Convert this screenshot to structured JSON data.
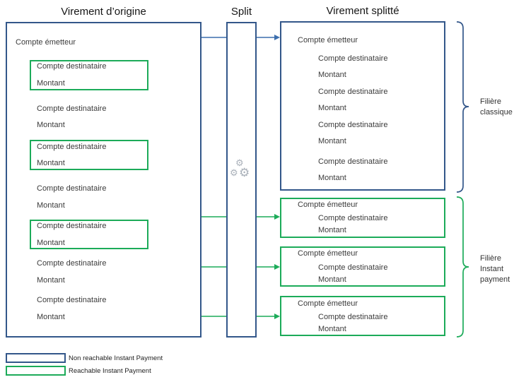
{
  "titles": {
    "left": "Virement d’origine",
    "split": "Split",
    "right": "Virement splitté"
  },
  "left_panel": {
    "emitter": "Compte émetteur",
    "pairs": [
      {
        "recipient": "Compte destinataire",
        "amount": "Montant",
        "reachable": true
      },
      {
        "recipient": "Compte destinataire",
        "amount": "Montant",
        "reachable": false
      },
      {
        "recipient": "Compte destinataire",
        "amount": "Montant",
        "reachable": true
      },
      {
        "recipient": "Compte destinataire",
        "amount": "Montant",
        "reachable": false
      },
      {
        "recipient": "Compte destinataire",
        "amount": "Montant",
        "reachable": true
      },
      {
        "recipient": "Compte destinataire",
        "amount": "Montant",
        "reachable": false
      },
      {
        "recipient": "Compte destinataire",
        "amount": "Montant",
        "reachable": false
      }
    ]
  },
  "split": {
    "icon": "gears-icon",
    "gear_glyph": "⚙"
  },
  "classic_panel": {
    "emitter": "Compte émetteur",
    "pairs": [
      {
        "recipient": "Compte destinataire",
        "amount": "Montant"
      },
      {
        "recipient": "Compte destinataire",
        "amount": "Montant"
      },
      {
        "recipient": "Compte destinataire",
        "amount": "Montant"
      },
      {
        "recipient": "Compte destinataire",
        "amount": "Montant"
      }
    ]
  },
  "instant_boxes": [
    {
      "emitter": "Compte émetteur",
      "recipient": "Compte destinataire",
      "amount": "Montant"
    },
    {
      "emitter": "Compte émetteur",
      "recipient": "Compte destinataire",
      "amount": "Montant"
    },
    {
      "emitter": "Compte émetteur",
      "recipient": "Compte destinataire",
      "amount": "Montant"
    }
  ],
  "braces": {
    "classic": [
      "Filière",
      "classique"
    ],
    "instant": [
      "Filière",
      "Instant",
      "payment"
    ]
  },
  "legend": {
    "items": [
      {
        "label": "Non reachable Instant Payment",
        "color": "#33578a"
      },
      {
        "label": "Reachable Instant Payment",
        "color": "#1cab59"
      }
    ]
  },
  "colors": {
    "blue_border": "#33578a",
    "blue_arrow": "#3c6fae",
    "green": "#1cab59",
    "text": "#3b3b3b"
  }
}
